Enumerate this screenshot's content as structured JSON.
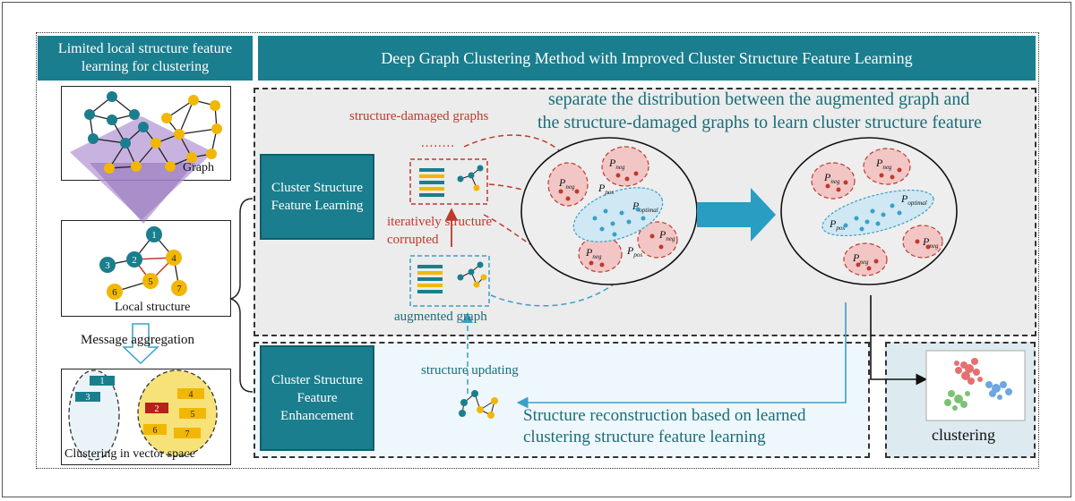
{
  "left_header": "Limited local structure feature learning for clustering",
  "main_title": "Deep Graph Clustering Method with Improved Cluster Structure Feature Learning",
  "left_panel": {
    "graph_label": "Graph",
    "local_label": "Local structure",
    "message_label": "Message aggregation",
    "clustering_label": "Clustering in vector space",
    "nodes": [
      "1",
      "2",
      "3",
      "4",
      "5",
      "6",
      "7"
    ],
    "vector_blocks": [
      "1",
      "3",
      "2",
      "4",
      "5",
      "6",
      "7"
    ]
  },
  "cluster_learning_label": "Cluster Structure Feature Learning",
  "cluster_enhancement_label": "Cluster Structure Feature Enhancement",
  "separate_text_line1": "separate the distribution between the augmented graph and",
  "separate_text_line2": "the structure-damaged graphs to learn cluster structure feature",
  "structure_damaged_label": "structure-damaged graphs",
  "ellipsis": "........",
  "iteratively_line1": "iteratively structure",
  "iteratively_line2": "corrupted",
  "augmented_label": "augmented graph",
  "structure_updating": "structure updating",
  "reconstruction_line1": "Structure reconstruction  based on learned",
  "reconstruction_line2": "clustering structure feature learning",
  "clustering_label": "clustering",
  "math": {
    "P": "P",
    "neg": "neg",
    "pos": "pos",
    "optimal": "optimal"
  },
  "colors": {
    "teal": "#1a7e8e",
    "red": "#c0392b",
    "blue": "#3a9fc6",
    "yellow": "#f2b705",
    "purple": "#9b7bc4"
  }
}
